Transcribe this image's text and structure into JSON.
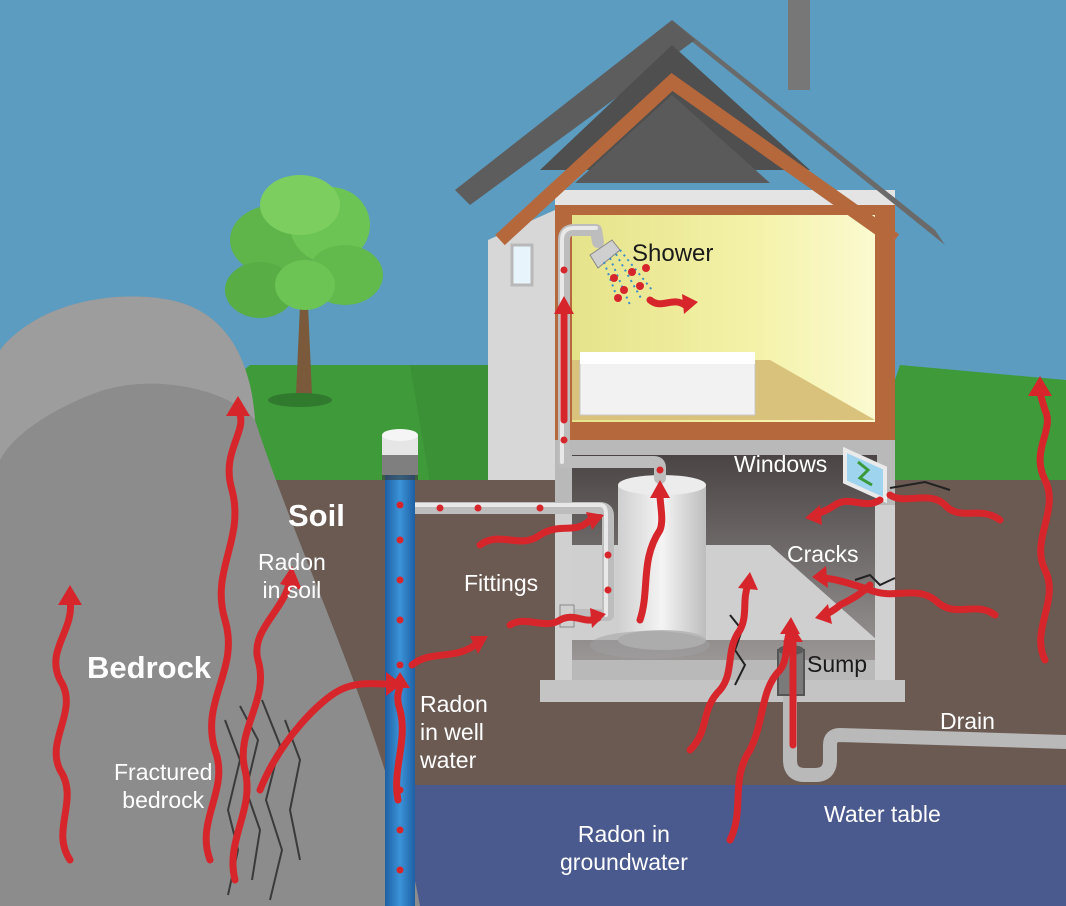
{
  "labels": {
    "shower": "Shower",
    "windows": "Windows",
    "soil": "Soil",
    "radon_in_soil": "Radon\nin soil",
    "cracks": "Cracks",
    "fittings": "Fittings",
    "sump": "Sump",
    "bedrock": "Bedrock",
    "radon_in_well_water": "Radon\nin well\nwater",
    "drain": "Drain",
    "fractured_bedrock": "Fractured\nbedrock",
    "water_table": "Water table",
    "radon_in_groundwater": "Radon in\ngroundwater"
  },
  "colors": {
    "sky": "#5b9cc0",
    "grass": "#3f9a3a",
    "soil": "#6b5a52",
    "bedrock": "#8c8c8c",
    "water": "#4a5a8f",
    "well_pipe": "#2e7fc4",
    "radon_arrow": "#d7262b",
    "house_wall": "#e8e8e8",
    "roof": "#6f6f6f",
    "roof_trim": "#b5683c",
    "interior_light": "#f1ef9a"
  }
}
